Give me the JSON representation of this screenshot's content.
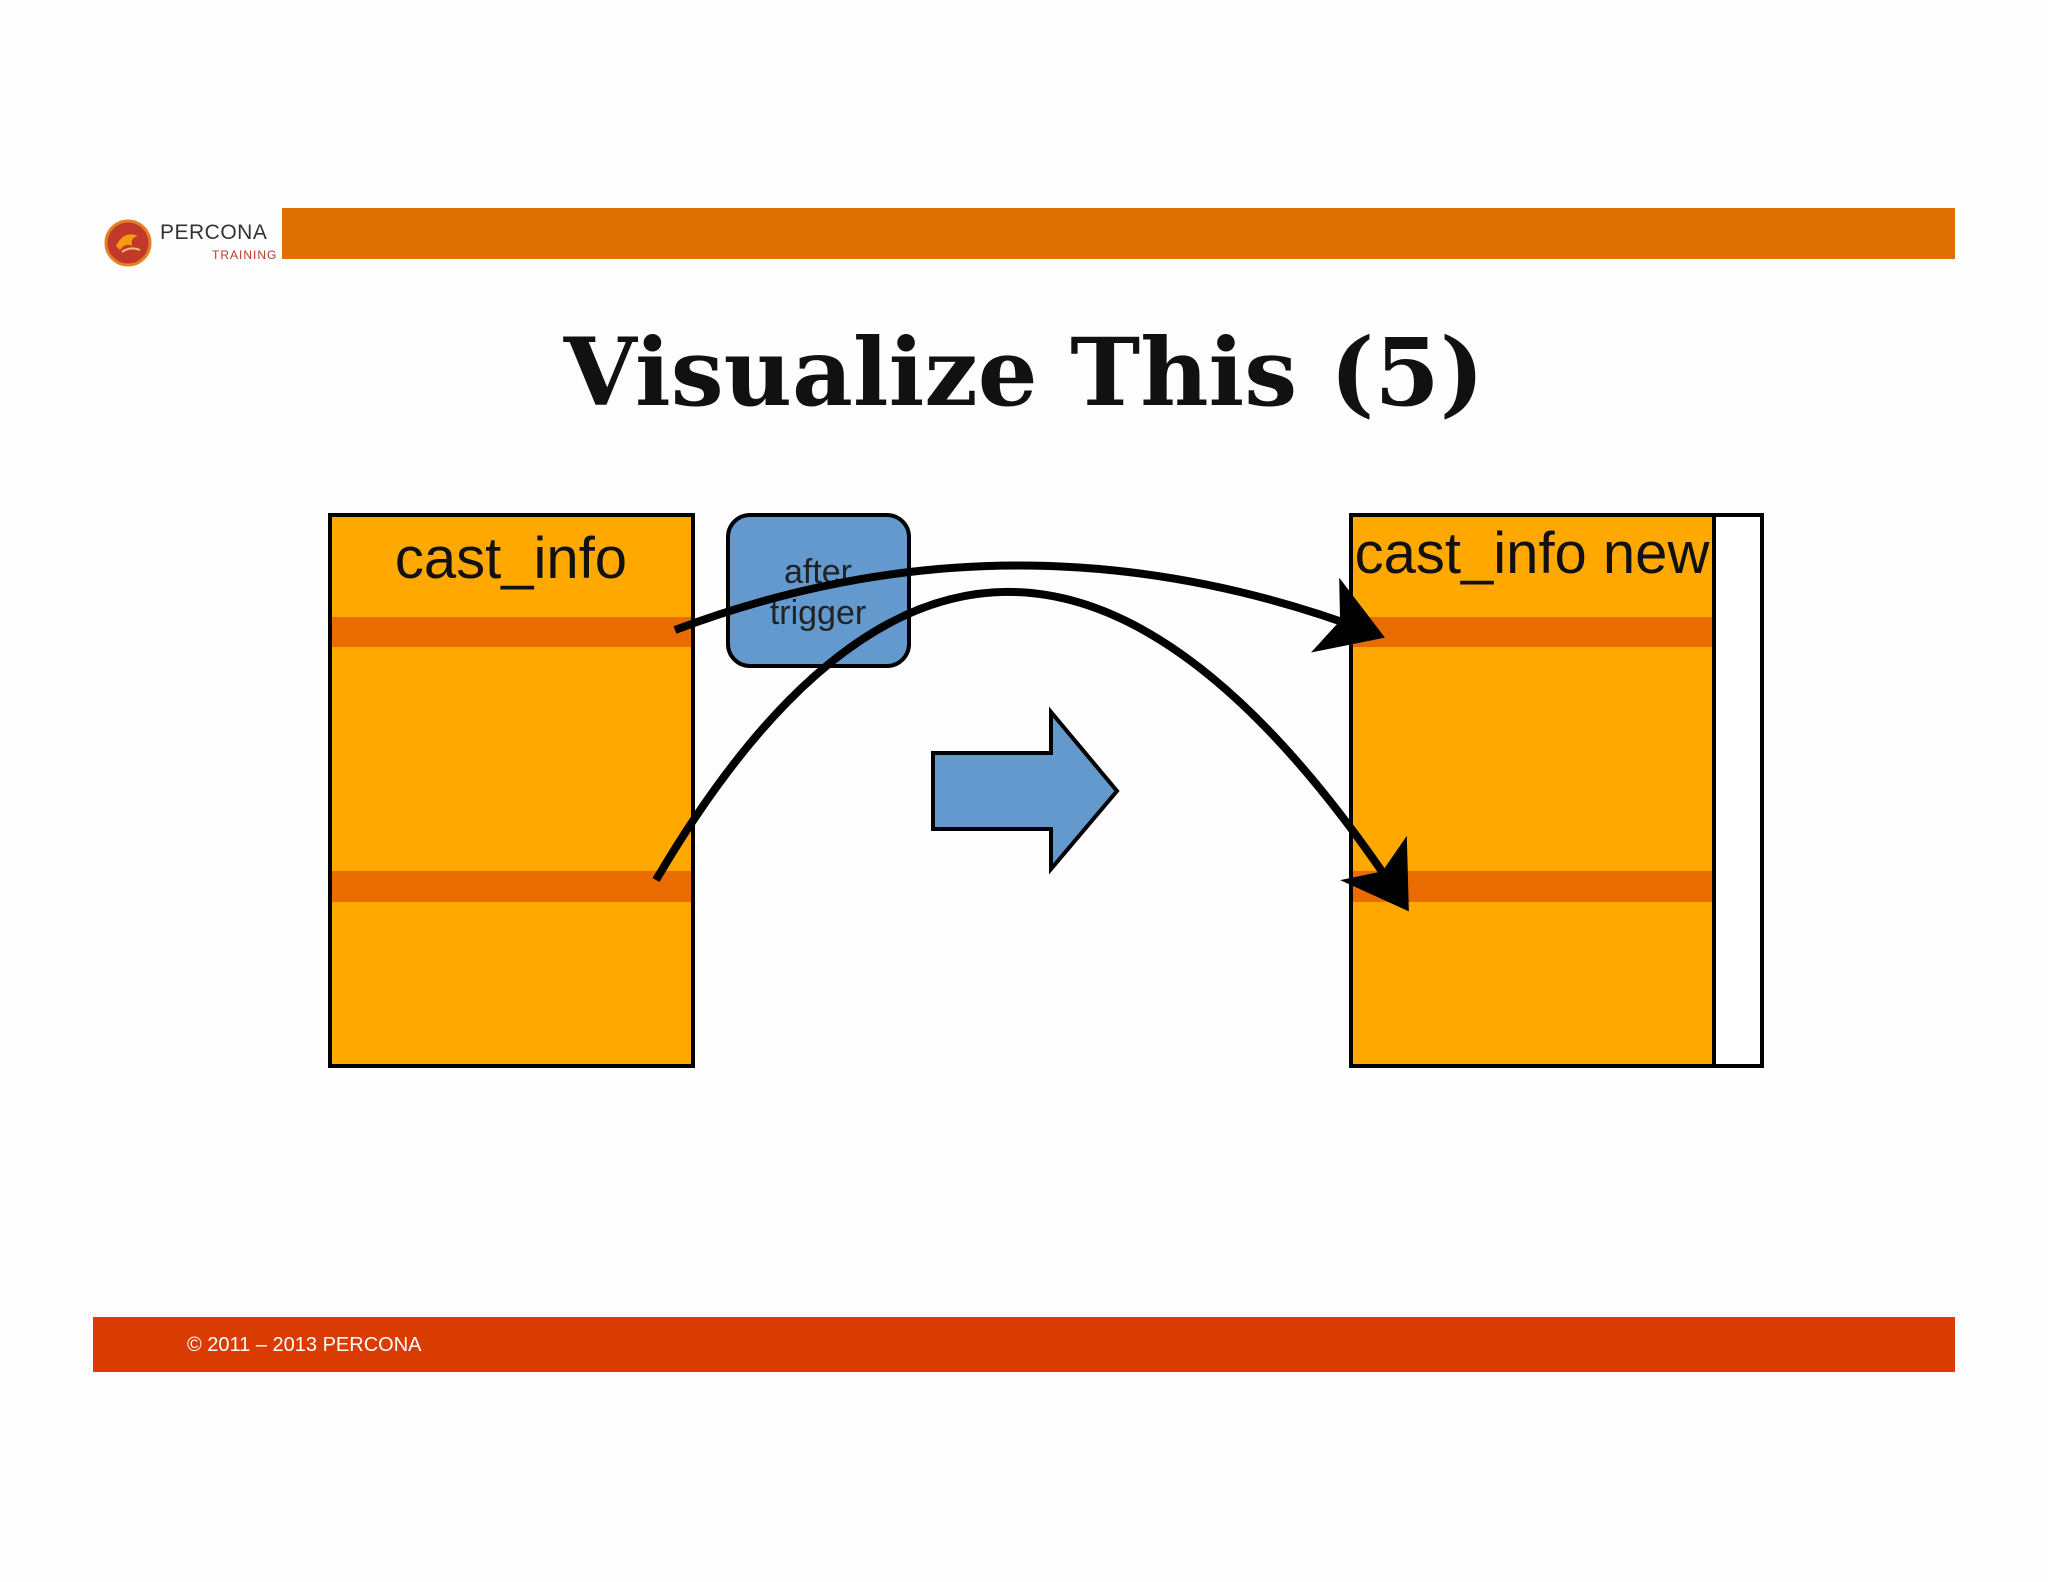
{
  "slide": {
    "title": "Visualize This (5)",
    "logo": {
      "name": "PERCONA",
      "sub": "TRAINING"
    },
    "footer": {
      "copyright": "© 2011 – 2013 PERCONA"
    },
    "colors": {
      "header_bar": "#dd7000",
      "footer_bar": "#d93b00",
      "table_fill": "#ffa800",
      "row_highlight": "#e86c00",
      "trigger_fill": "#6399cc",
      "arrow_fill": "#6399cc"
    }
  },
  "diagram": {
    "source_table": {
      "label": "cast_info",
      "highlighted_rows": 2
    },
    "trigger": {
      "line1": "after",
      "line2": "trigger"
    },
    "target_table": {
      "label": "cast_info new",
      "highlighted_rows": 2,
      "has_extra_column": true
    },
    "flow_arrow_icon": "right-arrow-icon",
    "connectors": [
      {
        "from": "cast_info row 1",
        "to": "cast_info new row 1"
      },
      {
        "from": "cast_info row 2",
        "to": "cast_info new row 2"
      }
    ]
  }
}
